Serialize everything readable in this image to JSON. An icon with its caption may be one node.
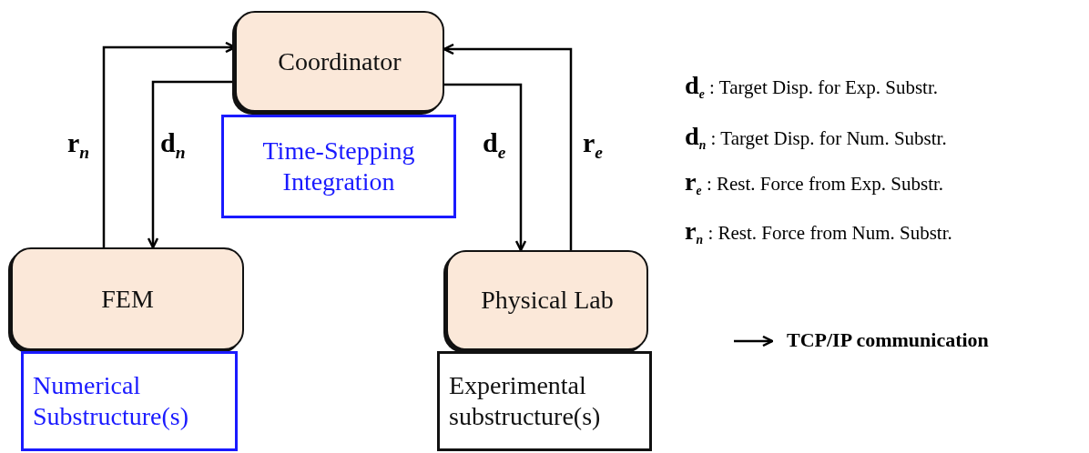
{
  "diagram": {
    "nodes": [
      {
        "text": [
          "Coordinator"
        ]
      },
      {
        "text": [
          "Time-Stepping Integration"
        ]
      },
      {
        "text": [
          "FEM"
        ]
      },
      {
        "text": [
          "Numerical Substructure(s)"
        ]
      },
      {
        "text": [
          "Physical Lab"
        ]
      },
      {
        "text": [
          "Experimental substructure(s)"
        ]
      }
    ],
    "edges": [
      {
        "from": 2,
        "to": 0,
        "arrow": "to",
        "label": "**r**$_{n}$"
      },
      {
        "from": 0,
        "to": 2,
        "arrow": "to",
        "label": "**d**$_{n}$"
      },
      {
        "from": 0,
        "to": 4,
        "arrow": "to",
        "label": "**d**$_{e}$"
      },
      {
        "from": 4,
        "to": 0,
        "arrow": "to",
        "label": "**r**$_{e}$"
      }
    ],
    "labels": [
      "**d**$_{e}$ : Target Disp. for Exp. Substr.",
      "**d**$_{n}$ : Target Disp. for Num. Substr.",
      "**r**$_{e}$ : Rest. Force from Exp. Substr.",
      "**r**$_{n}$ : Rest. Force from Num. Substr."
    ],
    "legend": [
      {
        "text": "TCP/IP communication"
      }
    ]
  }
}
